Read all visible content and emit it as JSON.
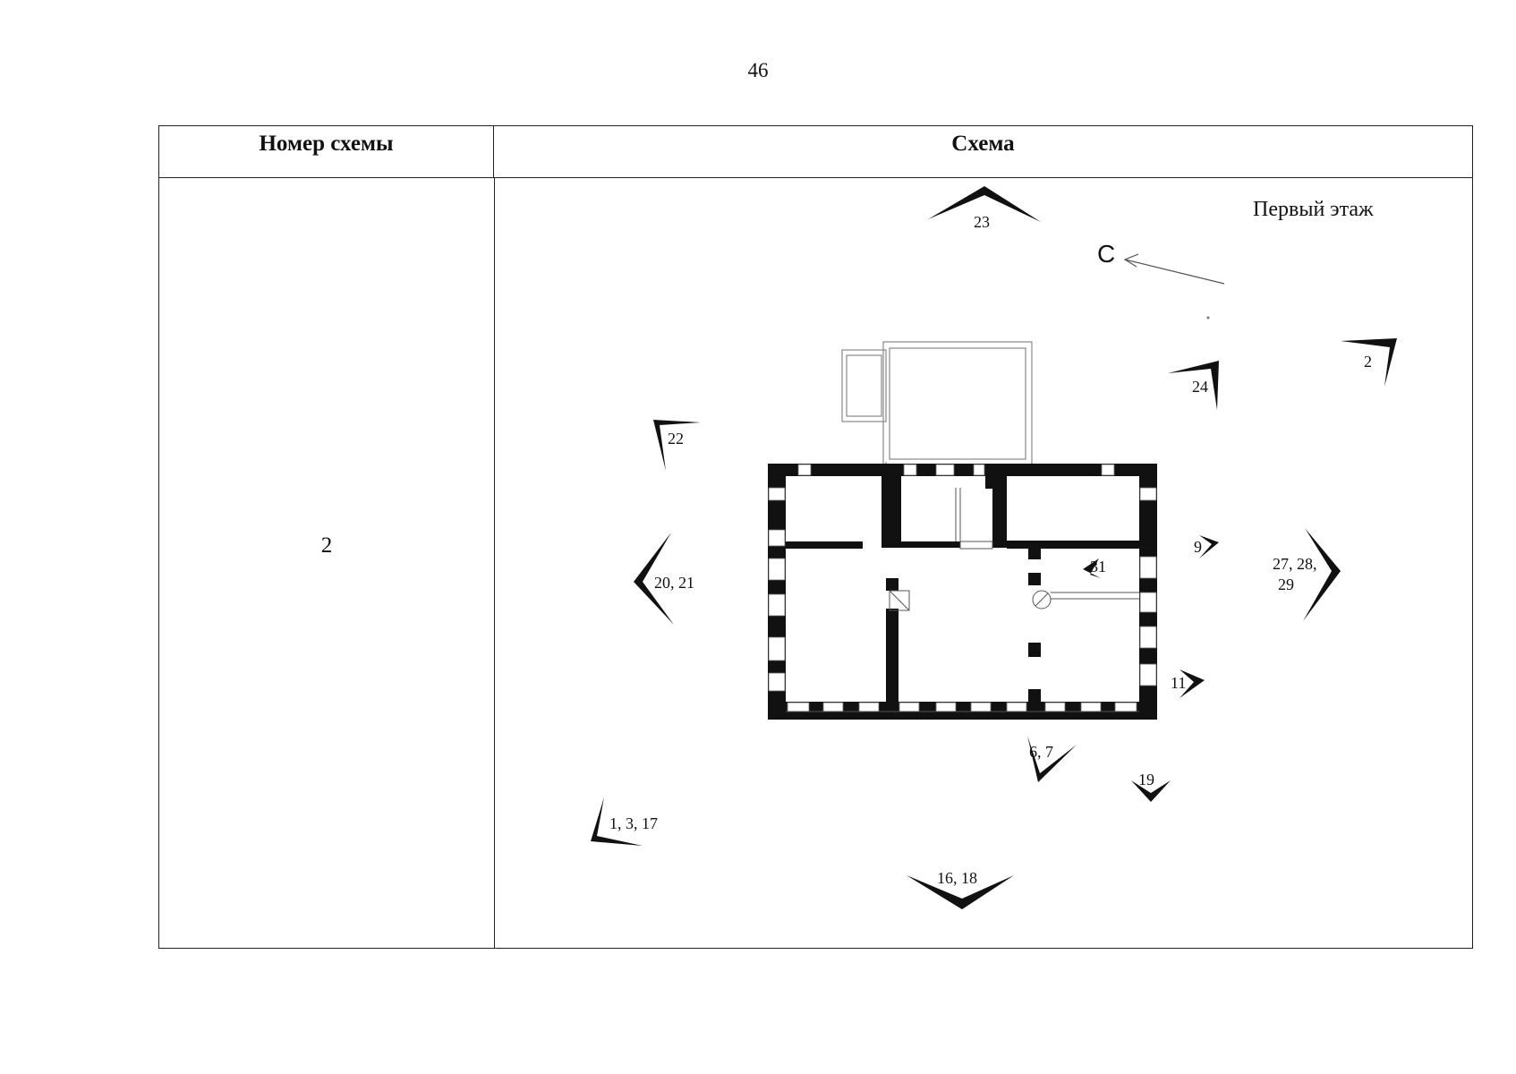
{
  "page": {
    "number": "46"
  },
  "table": {
    "headers": {
      "scheme_number": "Номер схемы",
      "scheme": "Схема"
    },
    "row": {
      "scheme_number": "2"
    }
  },
  "plan": {
    "floor_label": "Первый этаж",
    "north_label": "С",
    "markers": [
      "23",
      "2",
      "24",
      "22",
      "9",
      "31",
      "20, 21",
      "27, 28,",
      "29",
      "11",
      "6, 7",
      "19",
      "1, 3, 17",
      "16, 18"
    ]
  }
}
